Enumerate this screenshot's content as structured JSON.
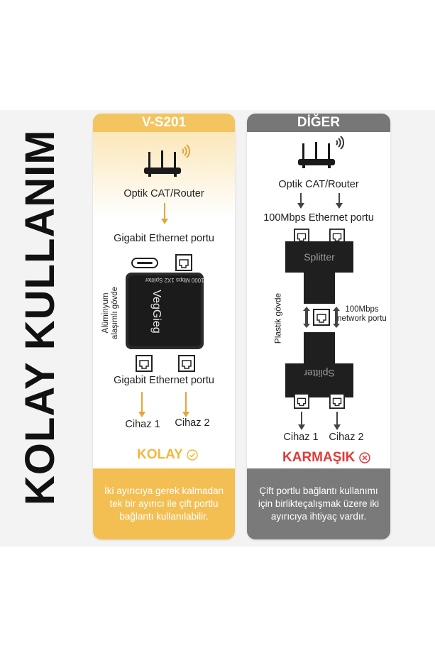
{
  "side_title": "KOLAY KULLANIM",
  "left": {
    "header": "V-S201",
    "router_label": "Optik CAT/Router",
    "port_top_label": "Gigabit Ethernet portu",
    "device_brand": "VegGieg",
    "device_spec": "1000 Mbps 1X2 Splitter",
    "body_label_line1": "Alüminyum",
    "body_label_line2": "alaşımlı gövde",
    "port_bottom_label": "Gigabit Ethernet portu",
    "device1": "Cihaz 1",
    "device2": "Cihaz 2",
    "result": "KOLAY",
    "result_icon": "check-circle-icon",
    "result_color": "#f0b93f",
    "footer": "İki ayırıcıya gerek kalmadan tek bir ayırıcı ile çift portlu bağlantı kullanılabilir."
  },
  "right": {
    "header": "DİĞER",
    "router_label": "Optik CAT/Router",
    "port_top_label": "100Mbps Ethernet portu",
    "splitter_top": "Splitter",
    "splitter_bottom": "Splitter",
    "body_label": "Plastik gövde",
    "network_label_line1": "100Mbps",
    "network_label_line2": "network portu",
    "device1": "Cihaz 1",
    "device2": "Cihaz 2",
    "result": "KARMAŞIK",
    "result_icon": "x-circle-icon",
    "result_color": "#e23a3a",
    "footer": "Çift portlu bağlantı kullanımı için birlikteçalışmak üzere iki ayırıcıya ihtiyaç vardır."
  }
}
